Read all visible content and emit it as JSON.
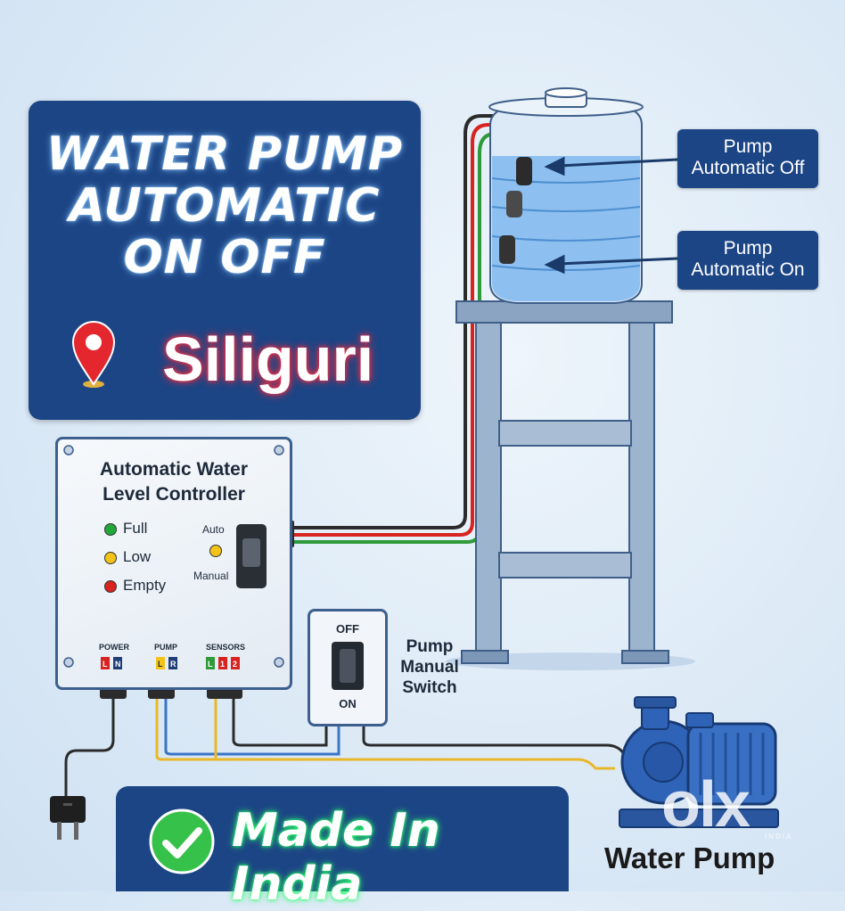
{
  "title_panel": {
    "lines": [
      "WATER PUMP",
      "AUTOMATIC",
      "ON OFF"
    ],
    "location_icon": "map-pin-icon",
    "location": "Siliguri"
  },
  "tank_callouts": {
    "off": [
      "Pump",
      "Automatic Off"
    ],
    "on": [
      "Pump",
      "Automatic On"
    ]
  },
  "controller": {
    "title_lines": [
      "Automatic Water",
      "Level Controller"
    ],
    "indicators": [
      {
        "label": "Full",
        "color": "#22a83a"
      },
      {
        "label": "Low",
        "color": "#f2c318"
      },
      {
        "label": "Empty",
        "color": "#d8231f"
      }
    ],
    "mode_auto": "Auto",
    "mode_manual": "Manual",
    "terminal_groups": [
      "POWER",
      "PUMP",
      "SENSORS"
    ],
    "terminals": {
      "power": [
        "L",
        "N"
      ],
      "pump": [
        "L",
        "R"
      ],
      "sensors": [
        "L",
        "1",
        "2"
      ]
    }
  },
  "manual_switch": {
    "off_label": "OFF",
    "on_label": "ON",
    "caption_lines": [
      "Pump",
      "Manual",
      "Switch"
    ]
  },
  "made_panel": {
    "check_icon": "checkmark-icon",
    "text": "Made In India"
  },
  "pump": {
    "label": "Water Pump"
  },
  "watermark": {
    "brand": "olx",
    "sub": "INDIA"
  },
  "colors": {
    "panel": "#1c4585",
    "water": "#6fb1ec",
    "wire_red": "#d8231f",
    "wire_green": "#2e9a3a",
    "wire_yellow": "#e9b82a",
    "wire_blue": "#3b74c8",
    "pump_body": "#2f63b8"
  }
}
